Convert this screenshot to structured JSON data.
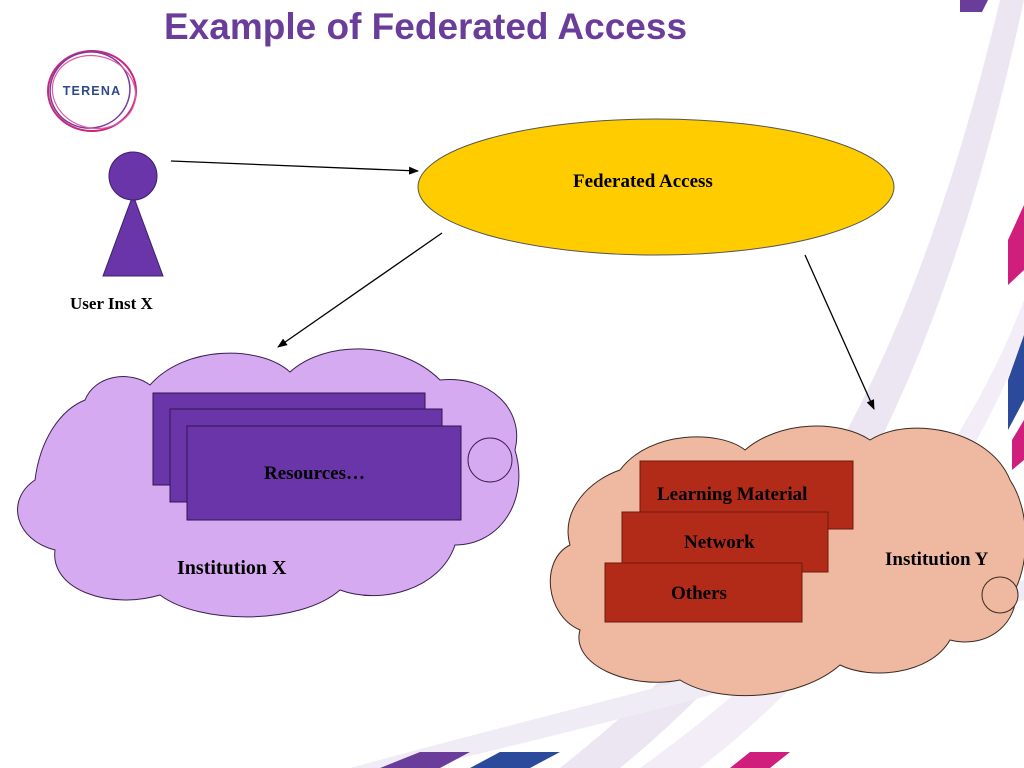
{
  "slide": {
    "title": "Example of Federated Access"
  },
  "logo": {
    "text": "TERENA"
  },
  "diagram": {
    "user_label": "User Inst X",
    "federated_access_label": "Federated Access",
    "institution_x": {
      "label": "Institution X",
      "resources_label": "Resources…"
    },
    "institution_y": {
      "label": "Institution Y",
      "items": [
        "Learning Material",
        "Network",
        "Others"
      ]
    }
  },
  "colors": {
    "title": "#6a3d9a",
    "user_figure": "#6a35a8",
    "federated_ellipse": "#ffcc00",
    "cloud_x": "#d6aaf0",
    "resources_box": "#6a35a8",
    "cloud_y": "#efb8a0",
    "institution_y_box": "#b22a18"
  }
}
